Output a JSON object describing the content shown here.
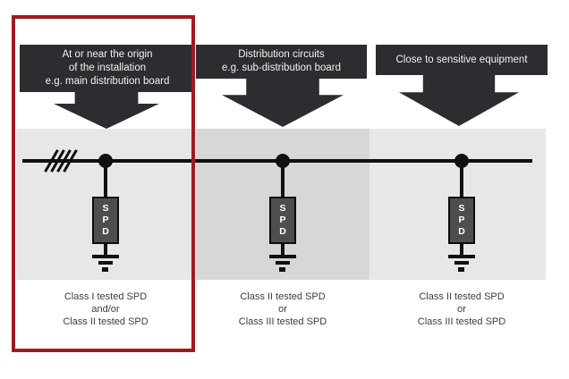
{
  "colors": {
    "label_box_bg": "#2d2c30",
    "label_text": "#f2f2f2",
    "arrow": "#2d2c30",
    "band_side": "#e7e7e7",
    "band_middle": "#d7d7d7",
    "line_black": "#101010",
    "spd_fill": "#4e4e50",
    "spd_text": "#ffffff",
    "caption_text": "#3c3c3c",
    "highlight_red": "#9e1b21"
  },
  "spd_letters": [
    "S",
    "P",
    "D"
  ],
  "columns": [
    {
      "zone": "origin",
      "highlighted": true,
      "label_lines": [
        "At or near the origin",
        "of the installation",
        "e.g. main distribution board"
      ],
      "caption_lines": [
        "Class I tested SPD",
        "and/or",
        "Class II tested SPD"
      ]
    },
    {
      "zone": "distribution",
      "highlighted": false,
      "label_lines": [
        "Distribution circuits",
        "e.g. sub-distribution board"
      ],
      "caption_lines": [
        "Class II tested SPD",
        "or",
        "Class III tested SPD"
      ]
    },
    {
      "zone": "equipment",
      "highlighted": false,
      "label_lines": [
        "Close to sensitive equipment"
      ],
      "caption_lines": [
        "Class II tested SPD",
        "or",
        "Class III tested SPD"
      ]
    }
  ]
}
